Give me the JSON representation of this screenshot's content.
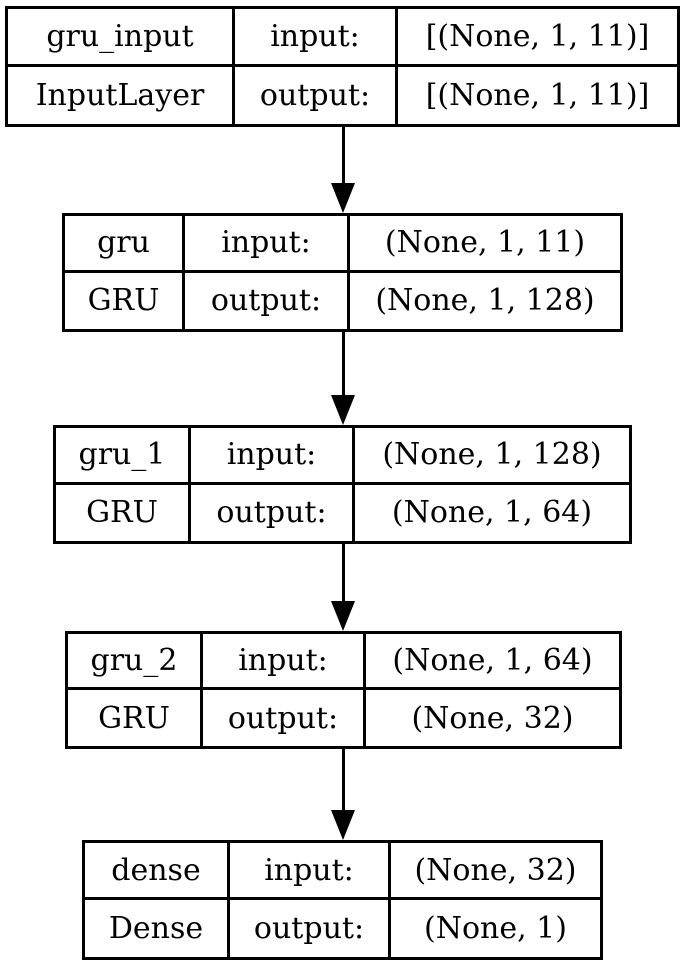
{
  "diagram": {
    "type": "keras-model-architecture",
    "colors": {
      "background": "#ffffff",
      "border": "#000000",
      "text": "#000000",
      "arrow": "#000000"
    },
    "nodes": [
      {
        "name": "gru_input",
        "layer_type": "InputLayer",
        "input_label": "input:",
        "output_label": "output:",
        "input_shape": "[(None, 1, 11)]",
        "output_shape": "[(None, 1, 11)]"
      },
      {
        "name": "gru",
        "layer_type": "GRU",
        "input_label": "input:",
        "output_label": "output:",
        "input_shape": "(None, 1, 11)",
        "output_shape": "(None, 1, 128)"
      },
      {
        "name": "gru_1",
        "layer_type": "GRU",
        "input_label": "input:",
        "output_label": "output:",
        "input_shape": "(None, 1, 128)",
        "output_shape": "(None, 1, 64)"
      },
      {
        "name": "gru_2",
        "layer_type": "GRU",
        "input_label": "input:",
        "output_label": "output:",
        "input_shape": "(None, 1, 64)",
        "output_shape": "(None, 32)"
      },
      {
        "name": "dense",
        "layer_type": "Dense",
        "input_label": "input:",
        "output_label": "output:",
        "input_shape": "(None, 32)",
        "output_shape": "(None, 1)"
      }
    ]
  }
}
